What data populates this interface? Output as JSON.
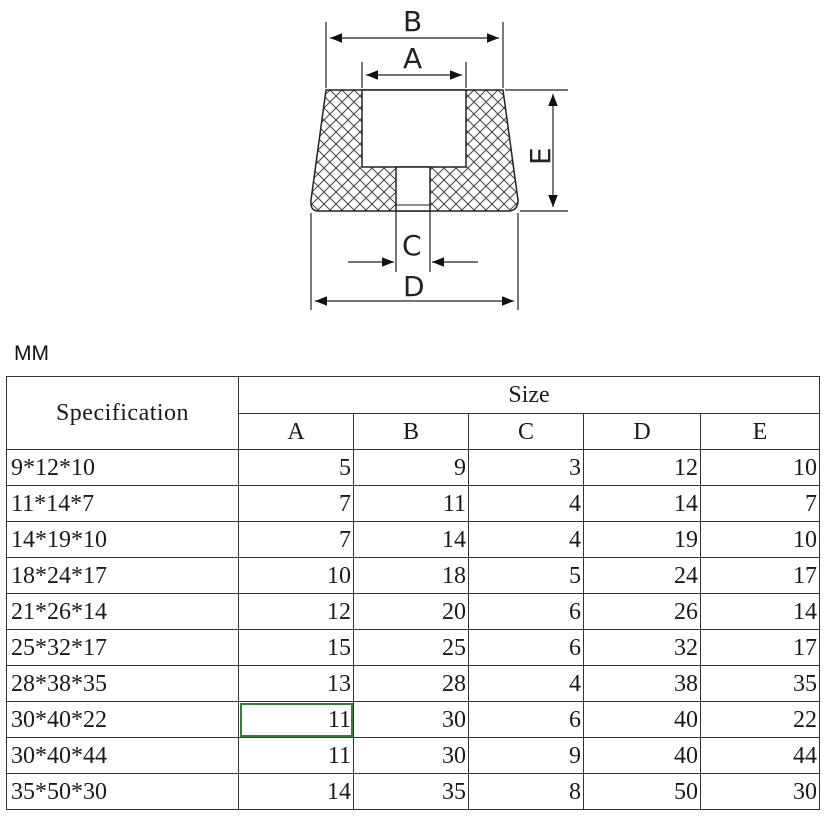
{
  "diagram": {
    "labels": {
      "A": "A",
      "B": "B",
      "C": "C",
      "D": "D",
      "E": "E"
    }
  },
  "unit": "MM",
  "table": {
    "spec_header": "Specification",
    "size_header": "Size",
    "columns": [
      "A",
      "B",
      "C",
      "D",
      "E"
    ],
    "rows": [
      {
        "spec": "9*12*10",
        "values": [
          "5",
          "9",
          "3",
          "12",
          "10"
        ]
      },
      {
        "spec": "11*14*7",
        "values": [
          "7",
          "11",
          "4",
          "14",
          "7"
        ]
      },
      {
        "spec": "14*19*10",
        "values": [
          "7",
          "14",
          "4",
          "19",
          "10"
        ]
      },
      {
        "spec": "18*24*17",
        "values": [
          "10",
          "18",
          "5",
          "24",
          "17"
        ]
      },
      {
        "spec": "21*26*14",
        "values": [
          "12",
          "20",
          "6",
          "26",
          "14"
        ]
      },
      {
        "spec": "25*32*17",
        "values": [
          "15",
          "25",
          "6",
          "32",
          "17"
        ]
      },
      {
        "spec": "28*38*35",
        "values": [
          "13",
          "28",
          "4",
          "38",
          "35"
        ]
      },
      {
        "spec": "30*40*22",
        "values": [
          "11",
          "30",
          "6",
          "40",
          "22"
        ]
      },
      {
        "spec": "30*40*44",
        "values": [
          "11",
          "30",
          "9",
          "40",
          "44"
        ]
      },
      {
        "spec": "35*50*30",
        "values": [
          "14",
          "35",
          "8",
          "50",
          "30"
        ]
      }
    ],
    "selected_cell": {
      "row": 7,
      "col": 0
    }
  }
}
